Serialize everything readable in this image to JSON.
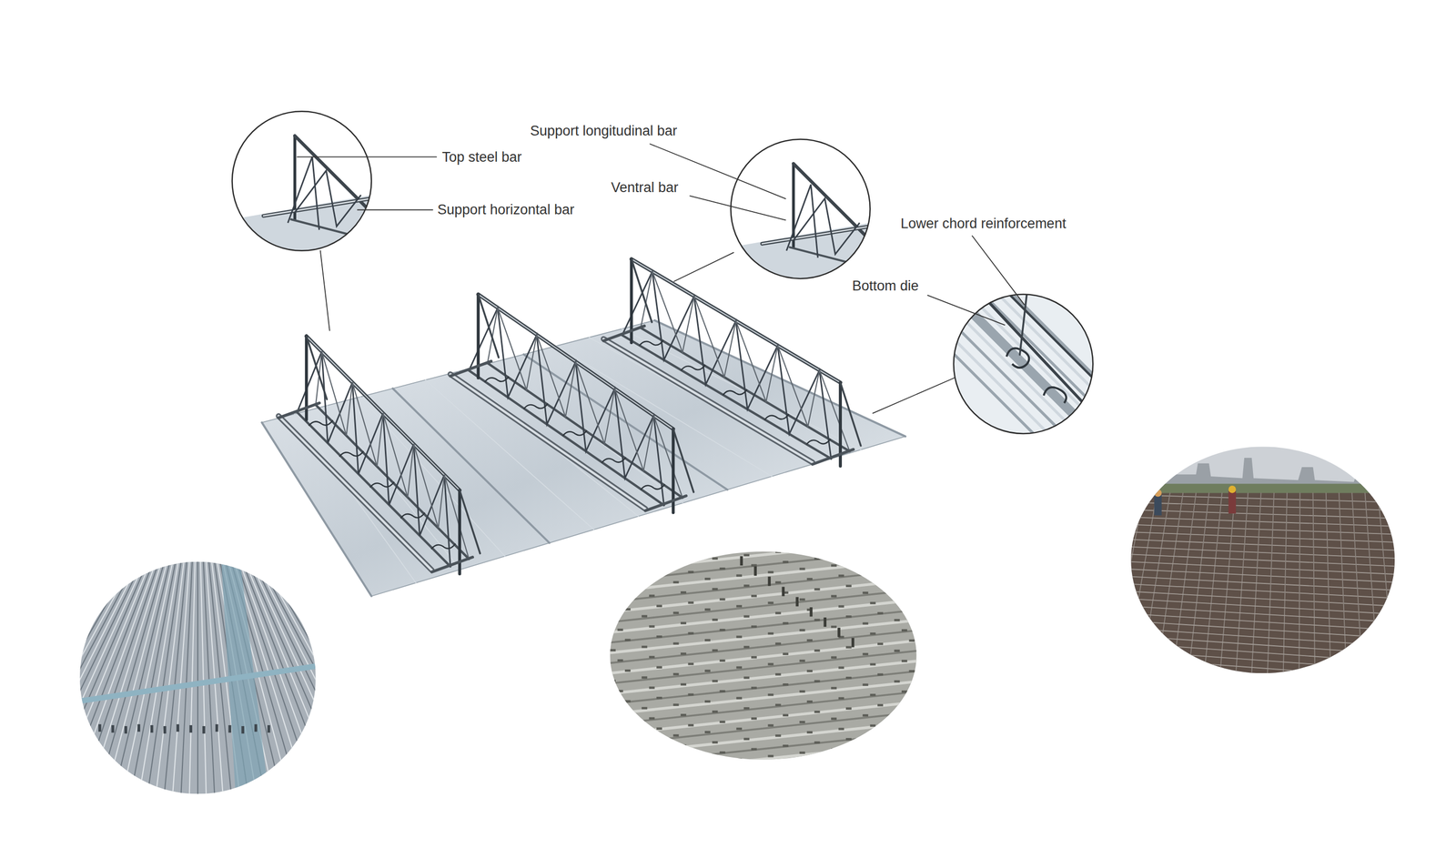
{
  "diagram": {
    "labels": [
      "Top steel bar",
      "Support horizontal bar",
      "Support longitudinal bar",
      "Ventral bar",
      "Lower chord reinforcement",
      "Bottom die"
    ]
  }
}
